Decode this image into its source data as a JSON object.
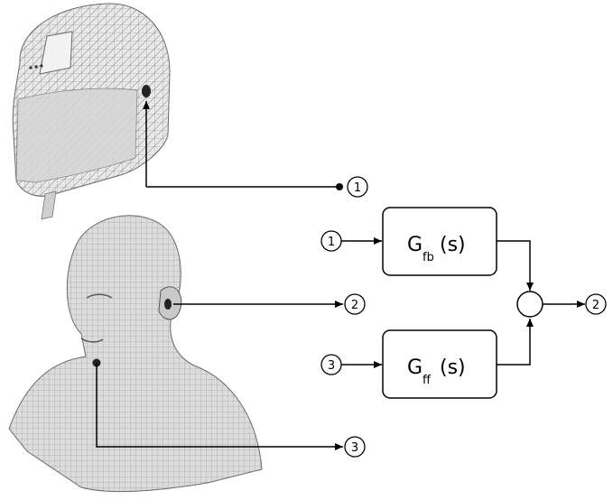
{
  "helmet": {
    "icon": "helmet-mesh"
  },
  "head": {
    "icon": "head-bust-mesh"
  },
  "markers": {
    "helmet_mic_out": "1",
    "ear_mic_out": "2",
    "mouth_mic_out": "3"
  },
  "controller": {
    "feedback_block": {
      "symbol": "G",
      "subscript": "fb",
      "arg": "(s)"
    },
    "feedforward_block": {
      "symbol": "G",
      "subscript": "ff",
      "arg": "(s)"
    },
    "input_fb": "1",
    "input_ff": "3",
    "output": "2"
  },
  "colors": {
    "line": "#000000",
    "block_fill": "#ffffff",
    "mesh": "#9a9a9a"
  }
}
